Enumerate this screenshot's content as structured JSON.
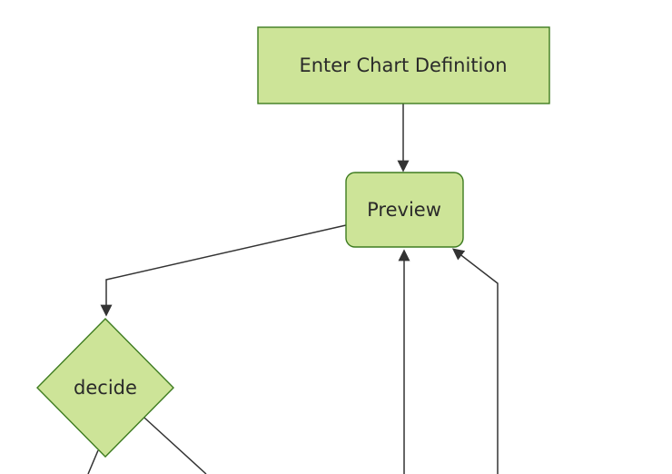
{
  "diagram": {
    "type": "flowchart",
    "direction": "top-down",
    "background": "#ffffff",
    "theme": {
      "node_fill": "#cde498",
      "node_border": "#3e7c20",
      "edge_color": "#333333",
      "text_color": "#2a2a2a"
    },
    "nodes": [
      {
        "id": "enter-chart-definition",
        "label": "Enter Chart Definition",
        "shape": "rectangle"
      },
      {
        "id": "preview",
        "label": "Preview",
        "shape": "rounded-rectangle"
      },
      {
        "id": "decide",
        "label": "decide",
        "shape": "diamond"
      }
    ],
    "edges": [
      {
        "from": "Enter Chart Definition",
        "to": "Preview",
        "has_arrowhead": true
      },
      {
        "from": "Preview",
        "to": "decide",
        "has_arrowhead": true
      },
      {
        "from": "(offscreen bottom)",
        "to": "Preview",
        "has_arrowhead": true
      },
      {
        "from": "(offscreen bottom right)",
        "to": "Preview",
        "has_arrowhead": true
      },
      {
        "from": "decide",
        "to": "(offscreen bottom left)",
        "has_arrowhead": false
      },
      {
        "from": "decide",
        "to": "(offscreen bottom right)",
        "has_arrowhead": false
      }
    ]
  }
}
